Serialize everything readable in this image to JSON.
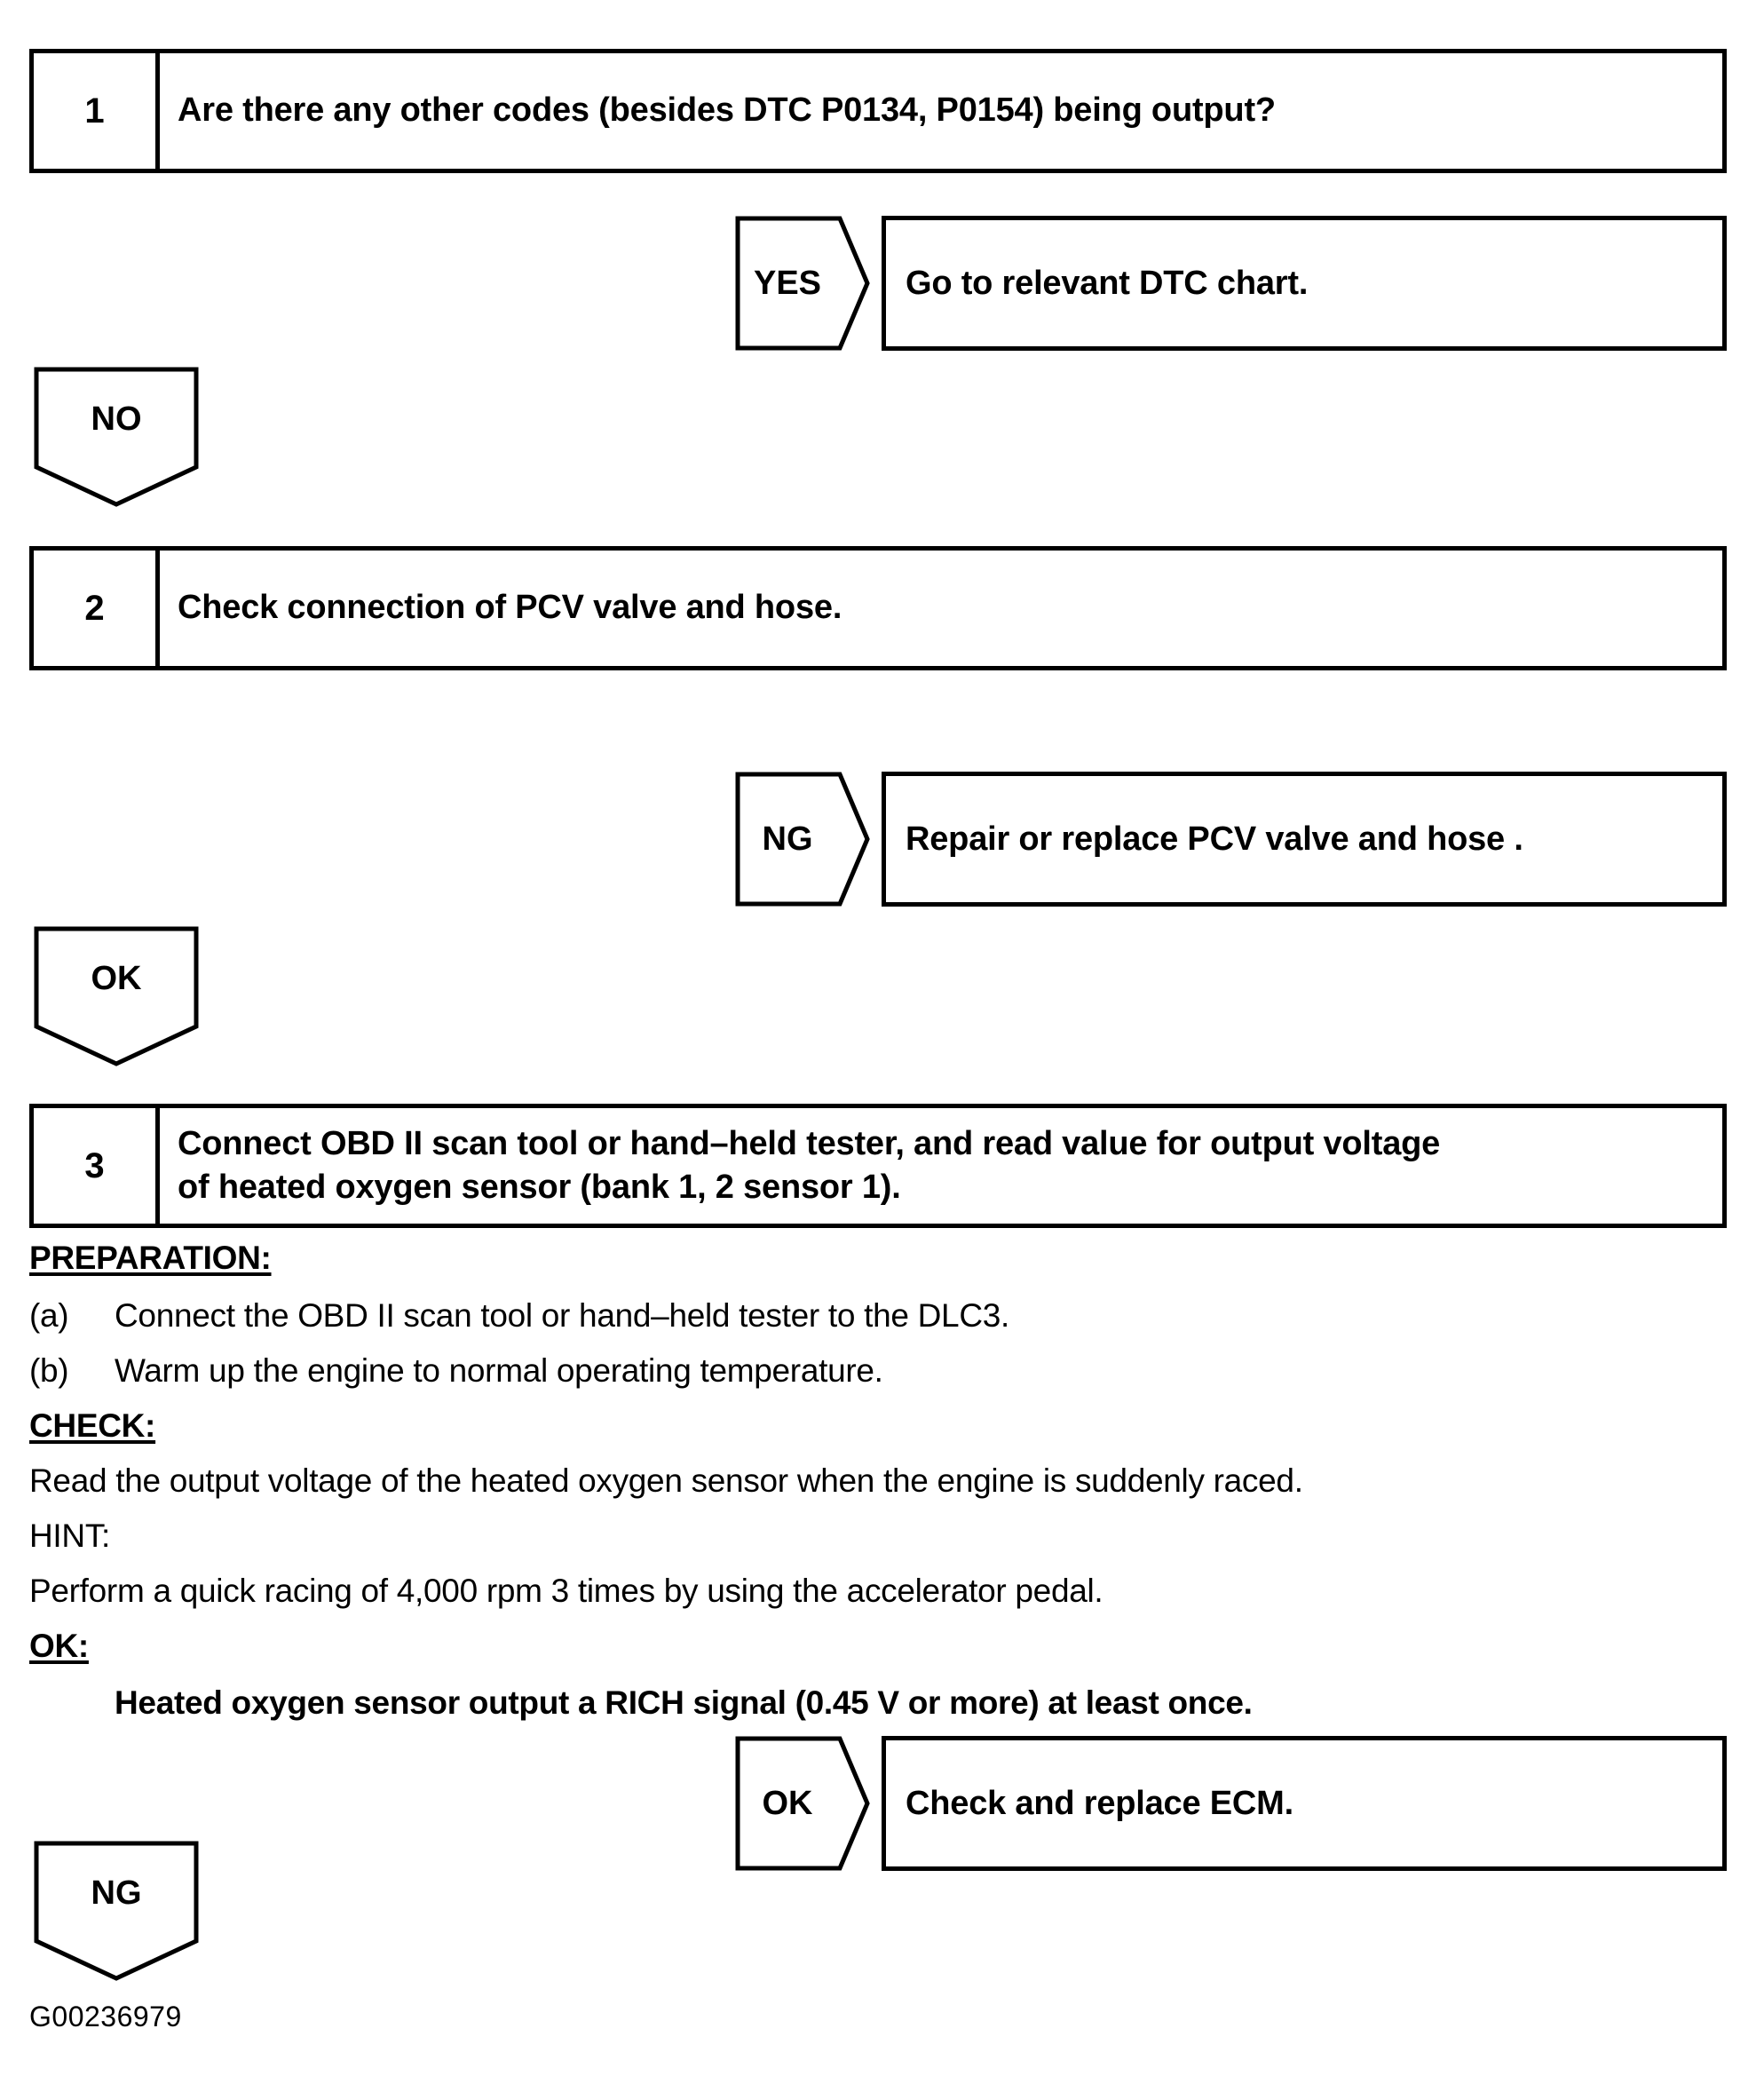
{
  "document": {
    "type": "diagnostic-flowchart",
    "footer_code": "G00236979"
  },
  "steps": [
    {
      "number": "1",
      "text": "Are there any other codes (besides DTC P0134, P0154) being output?"
    },
    {
      "number": "2",
      "text": "Check connection of PCV valve and hose."
    },
    {
      "number": "3",
      "line1": "Connect OBD II scan tool or hand–held tester, and read value for output voltage",
      "line2": "of heated oxygen sensor (bank 1, 2 sensor 1)."
    }
  ],
  "branches": {
    "yes_1": {
      "label": "YES",
      "result": "Go to relevant DTC chart."
    },
    "no_1": {
      "label": "NO"
    },
    "ng_2": {
      "label": "NG",
      "result": "Repair or replace PCV valve and hose ."
    },
    "ok_2": {
      "label": "OK"
    },
    "ok_3": {
      "label": "OK",
      "result": "Check and replace ECM."
    },
    "ng_3": {
      "label": "NG"
    }
  },
  "procedure": {
    "preparation_heading": "PREPARATION:",
    "items": [
      {
        "tag": "(a)",
        "text": "Connect the OBD II scan tool or hand–held tester to the DLC3."
      },
      {
        "tag": "(b)",
        "text": "Warm up the engine to normal operating temperature."
      }
    ],
    "check_heading": "CHECK:",
    "check_text": "Read the output voltage of the heated oxygen sensor when the engine is suddenly raced.",
    "hint_heading": "HINT:",
    "hint_text": "Perform a quick racing of 4,000 rpm 3 times by using the accelerator pedal.",
    "ok_heading": "OK:",
    "ok_text": "Heated oxygen sensor output a RICH signal (0.45 V or more) at least once."
  },
  "colors": {
    "ink": "#000000",
    "paper": "#ffffff"
  }
}
